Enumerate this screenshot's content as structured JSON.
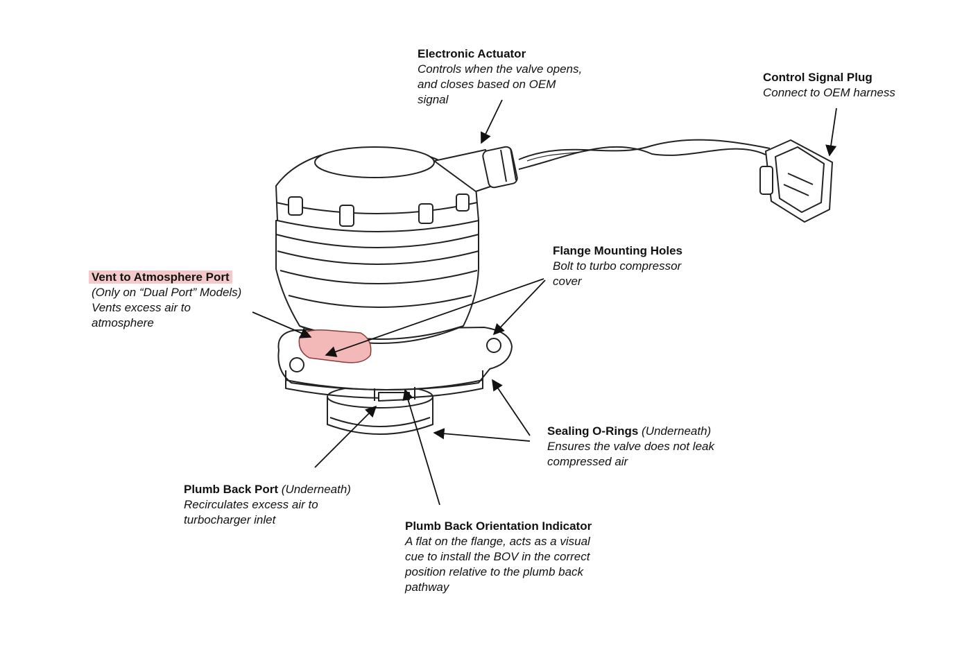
{
  "colors": {
    "highlight": "#f4c9c9",
    "vent_fill": "#f3b9b9",
    "line": "#222222"
  },
  "callouts": {
    "electronic_actuator": {
      "title": "Electronic Actuator",
      "desc": [
        "Controls when the valve opens,",
        "and closes based on OEM",
        "signal"
      ]
    },
    "control_signal_plug": {
      "title": "Control Signal Plug",
      "desc": [
        "Connect to OEM harness"
      ]
    },
    "flange_mounting_holes": {
      "title": "Flange Mounting Holes",
      "desc": [
        "Bolt to turbo compressor",
        "cover"
      ]
    },
    "vent_to_atmosphere_port": {
      "title": "Vent to Atmosphere Port",
      "desc": [
        "(Only on “Dual Port” Models)",
        "Vents excess air to",
        "atmosphere"
      ]
    },
    "sealing_o_rings": {
      "title": "Sealing O-Rings",
      "note": "(Underneath)",
      "desc": [
        "Ensures the valve does not leak",
        "compressed air"
      ]
    },
    "plumb_back_port": {
      "title": "Plumb Back Port",
      "note": "(Underneath)",
      "desc": [
        "Recirculates excess air to",
        "turbocharger inlet"
      ]
    },
    "plumb_back_orientation_indicator": {
      "title": "Plumb Back Orientation Indicator",
      "desc": [
        "A flat on the flange, acts as a visual",
        "cue to install the BOV in the correct",
        "position relative to the plumb back",
        "pathway"
      ]
    }
  }
}
